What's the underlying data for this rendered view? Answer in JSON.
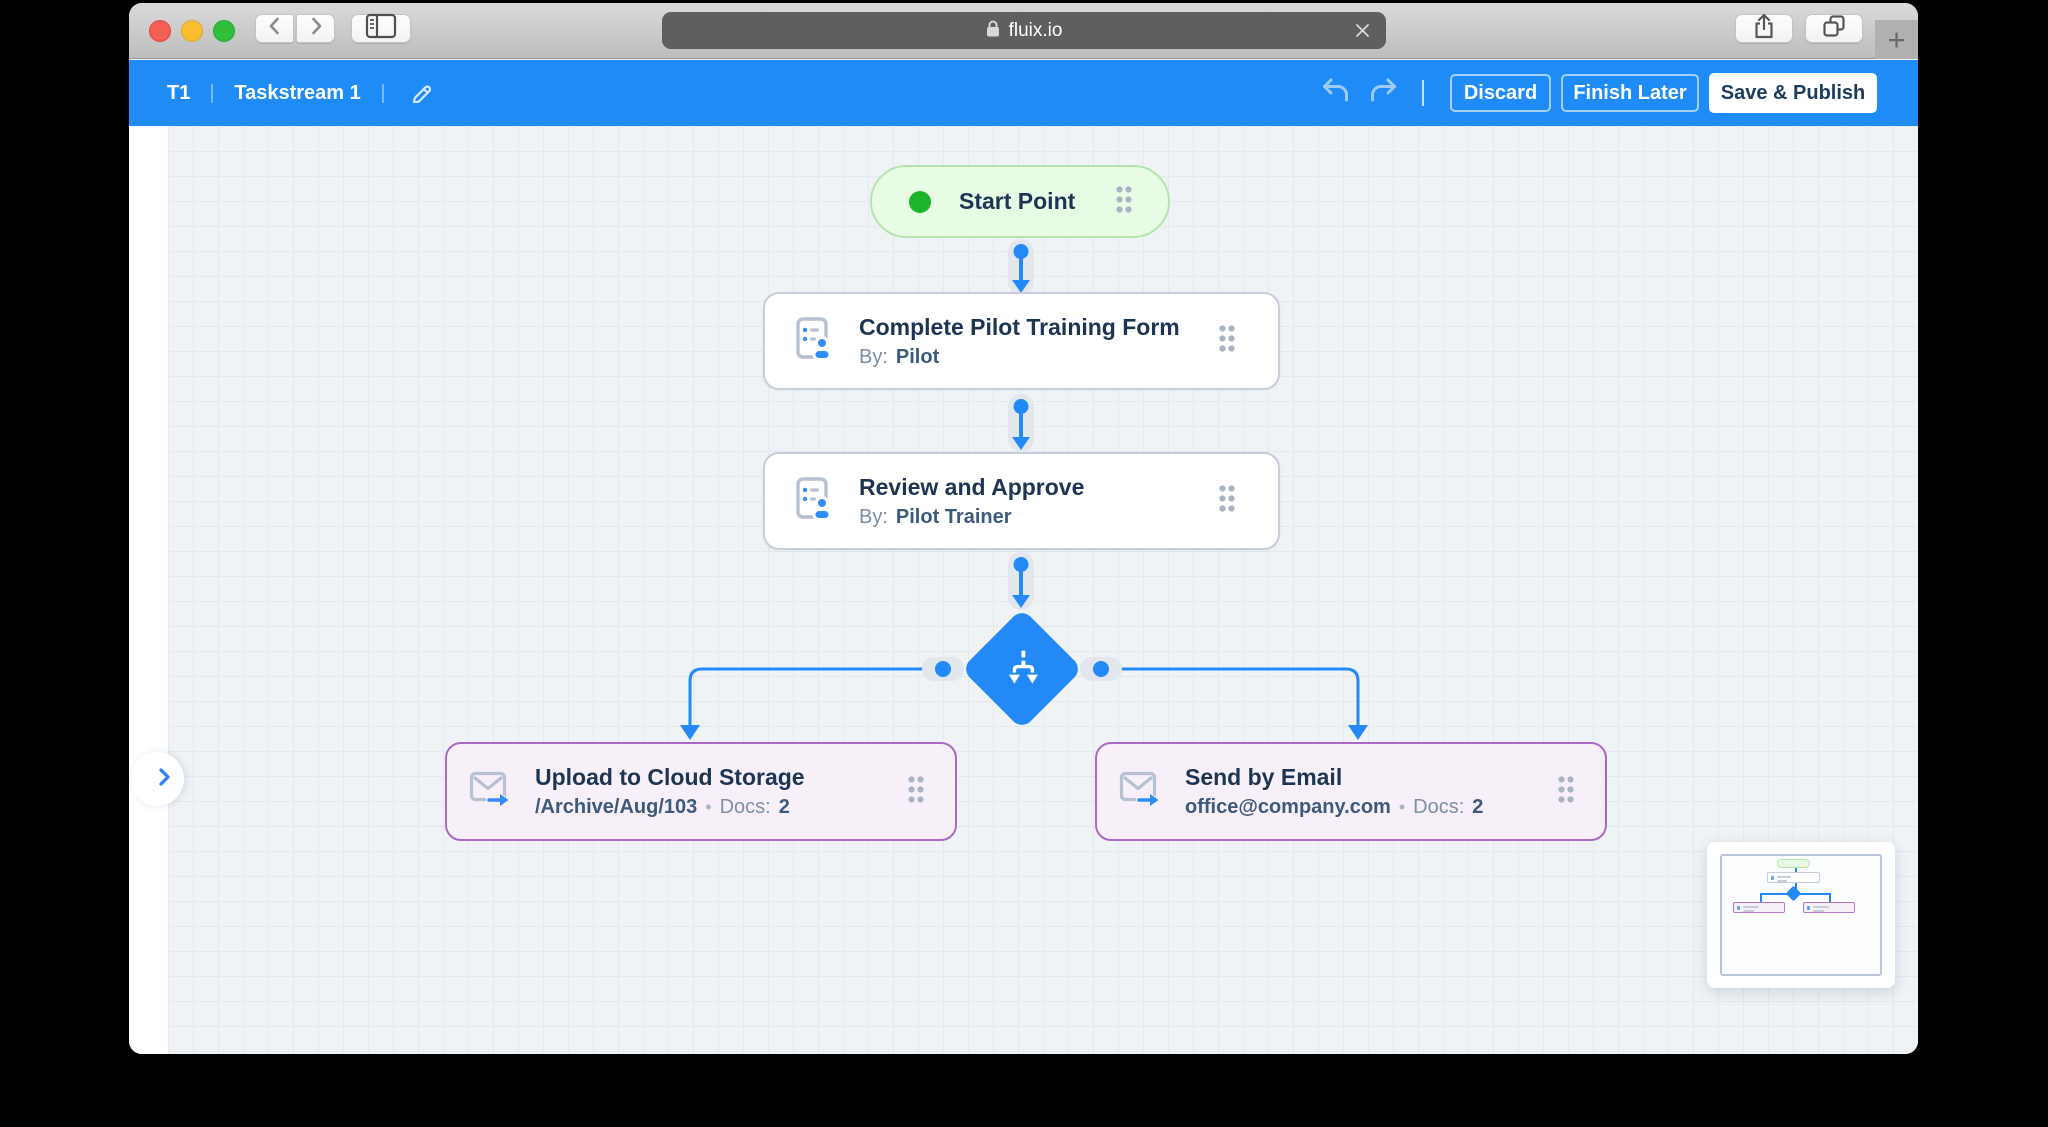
{
  "browser": {
    "url": "fluix.io",
    "new_tab_label": "+"
  },
  "app_toolbar": {
    "badge": "T1",
    "workflow_title": "Taskstream 1",
    "discard_label": "Discard",
    "finish_later_label": "Finish Later",
    "save_publish_label": "Save & Publish"
  },
  "flow": {
    "start": {
      "label": "Start Point"
    },
    "tasks": [
      {
        "title": "Complete Pilot Training Form",
        "by_label": "By:",
        "by_value": "Pilot"
      },
      {
        "title": "Review and Approve",
        "by_label": "By:",
        "by_value": "Pilot Trainer"
      }
    ],
    "outputs": [
      {
        "title": "Upload to Cloud Storage",
        "detail": "/Archive/Aug/103",
        "separator": "•",
        "docs_label": "Docs:",
        "docs_value": "2"
      },
      {
        "title": "Send by Email",
        "detail": "office@company.com",
        "separator": "•",
        "docs_label": "Docs:",
        "docs_value": "2"
      }
    ]
  },
  "colors": {
    "toolbar_blue": "#1e8bf7",
    "accent_blue": "#2289f7",
    "node_title_navy": "#1d3553",
    "start_green_dot": "#1db32a",
    "start_bg": "#e8fbe5",
    "start_border": "#b2e5ae",
    "task_border": "#c6cedb",
    "output_border": "#aa69c4",
    "output_bg": "#f8f0f9",
    "canvas_bg": "#f0f3f6"
  }
}
